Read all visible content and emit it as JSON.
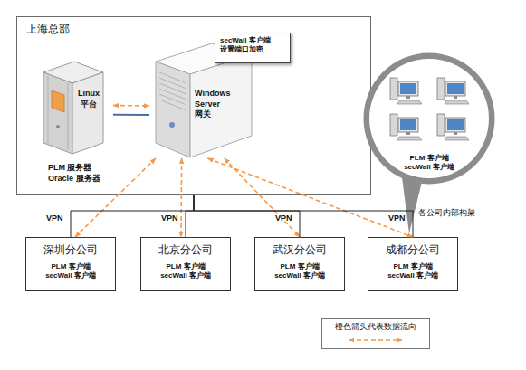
{
  "diagram": {
    "nodes": [
      {
        "text": [
          "上海总部"
        ]
      },
      {
        "text": [
          "Linux 平台",
          "PLM 服务器 Oracle 服务器"
        ],
        "in": 0
      },
      {
        "text": [
          "Windows Server 网关"
        ],
        "in": 0
      },
      {
        "text": [
          "secWall 客户端 设置端口加密"
        ],
        "in": 0
      },
      {
        "text": [
          "PLM 客户端 secWall 客户端"
        ]
      },
      {
        "text": [
          "深圳分公司",
          "PLM 客户端 secWall 客户端"
        ]
      },
      {
        "text": [
          "北京分公司",
          "PLM 客户端 secWall 客户端"
        ]
      },
      {
        "text": [
          "武汉分公司",
          "PLM 客户端 secWall 客户端"
        ]
      },
      {
        "text": [
          "成都分公司",
          "PLM 客户端 secWall 客户端"
        ]
      }
    ],
    "edges": [
      {
        "from": 1,
        "to": 2,
        "arrow": "both"
      },
      {
        "from": 1,
        "to": 2,
        "arrow": "none"
      },
      {
        "from": 2,
        "to": 5,
        "arrow": "both"
      },
      {
        "from": 2,
        "to": 6,
        "arrow": "both"
      },
      {
        "from": 2,
        "to": 7,
        "arrow": "both"
      },
      {
        "from": 2,
        "to": 8,
        "arrow": "both"
      },
      {
        "from": 0,
        "to": 5,
        "arrow": "none",
        "label": "VPN"
      },
      {
        "from": 0,
        "to": 6,
        "arrow": "none",
        "label": "VPN"
      },
      {
        "from": 0,
        "to": 7,
        "arrow": "none",
        "label": "VPN"
      },
      {
        "from": 0,
        "to": 8,
        "arrow": "none",
        "label": "VPN"
      }
    ],
    "labels": [
      "各公司内部构架"
    ],
    "legend": [
      {
        "text": "橙色箭头代表数据流向"
      }
    ]
  }
}
